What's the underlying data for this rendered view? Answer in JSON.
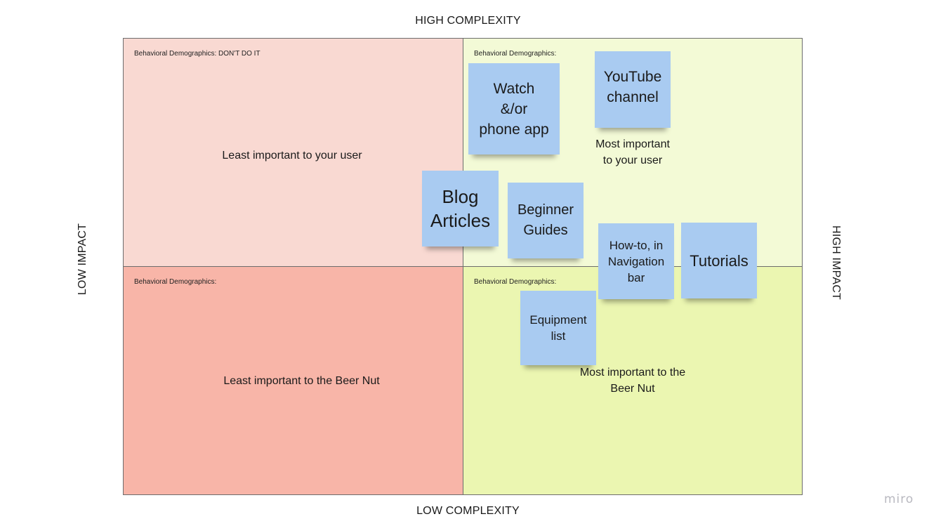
{
  "axes": {
    "top": "HIGH COMPLEXITY",
    "bottom": "LOW COMPLEXITY",
    "left": "LOW IMPACT",
    "right": "HIGH IMPACT"
  },
  "colors": {
    "top_left": "#f9d9d2",
    "top_right": "#f3fad6",
    "bottom_left": "#f8b5a8",
    "bottom_right": "#ebf6b1",
    "sticky": "#a9cbf1"
  },
  "quadrants": {
    "top_left": {
      "tag": "Behavioral Demographics: DON'T DO IT",
      "caption": "Least important to your user"
    },
    "top_right": {
      "tag": "Behavioral Demographics:",
      "caption": "Most important\nto your user"
    },
    "bottom_left": {
      "tag": "Behavioral Demographics:",
      "caption": "Least important to the Beer Nut"
    },
    "bottom_right": {
      "tag": "Behavioral Demographics:",
      "caption": "Most important to the\nBeer Nut"
    }
  },
  "stickies": {
    "watch": "Watch\n&/or\nphone app",
    "youtube": "YouTube\nchannel",
    "blog": "Blog\nArticles",
    "beginner": "Beginner\nGuides",
    "howto": "How-to, in\nNavigation\nbar",
    "tutorials": "Tutorials",
    "equipment": "Equipment\nlist"
  },
  "brand": "miro"
}
